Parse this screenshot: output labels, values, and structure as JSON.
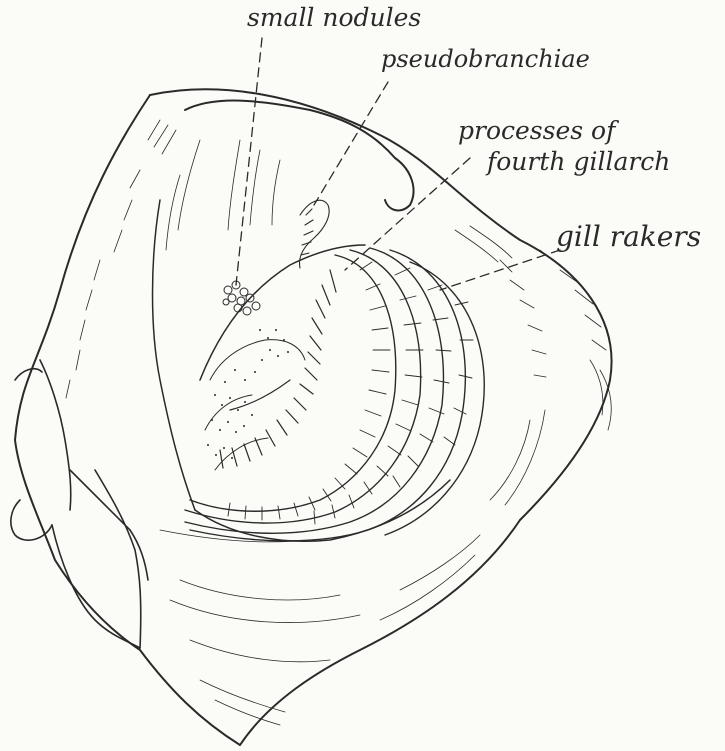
{
  "labels": {
    "small_nodules": "small nodules",
    "pseudobranchiae": "pseudobranchiae",
    "processes_line1": "processes of",
    "processes_line2": "fourth gillarch",
    "gill_rakers": "gill rakers"
  },
  "colors": {
    "ink": "#2a2a2a",
    "paper": "#fbfbf7"
  }
}
